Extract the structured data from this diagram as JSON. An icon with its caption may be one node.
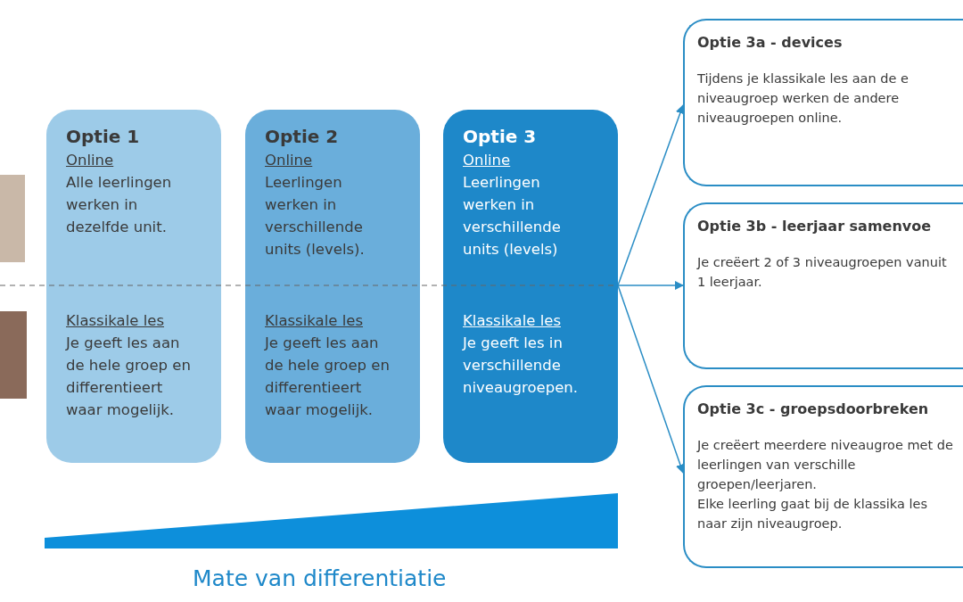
{
  "diagram": {
    "nodes": [
      {
        "text": [
          "Optie 1",
          "Online",
          "Alle leerlingen werken in dezelfde unit.",
          "Klassikale les",
          "Je geeft les aan de hele groep en differentieert waar mogelijk."
        ]
      },
      {
        "text": [
          "Optie 2",
          "Online",
          "Leerlingen werken in verschillende units (levels).",
          "Klassikale les",
          "Je geeft les aan de hele groep en differentieert waar mogelijk."
        ]
      },
      {
        "text": [
          "Optie 3",
          "Online",
          "Leerlingen werken in verschillende units (levels)",
          "Klassikale les",
          "Je geeft les in verschillende niveaugroepen."
        ]
      },
      {
        "text": [
          "Optie 3a - devices",
          "Tijdens je klassikale les aan de e niveaugroep werken de andere niveaugroepen online."
        ]
      },
      {
        "text": [
          "Optie 3b - leerjaar samenvoe",
          "Je creëert 2 of 3 niveaugroepen vanuit 1 leerjaar."
        ]
      },
      {
        "text": [
          "Optie 3c - groepsdoorbreken",
          "Je creëert meerdere niveaugroe met de leerlingen van verschille groepen/leerjaren.",
          "Elke leerling gaat bij de klassika les naar zijn niveaugroep."
        ]
      }
    ],
    "edges": [
      {
        "from": 2,
        "to": 3,
        "arrow": "to"
      },
      {
        "from": 2,
        "to": 4,
        "arrow": "to"
      },
      {
        "from": 2,
        "to": 5,
        "arrow": "to"
      }
    ],
    "labels": [
      "Mate van differentiatie"
    ]
  }
}
